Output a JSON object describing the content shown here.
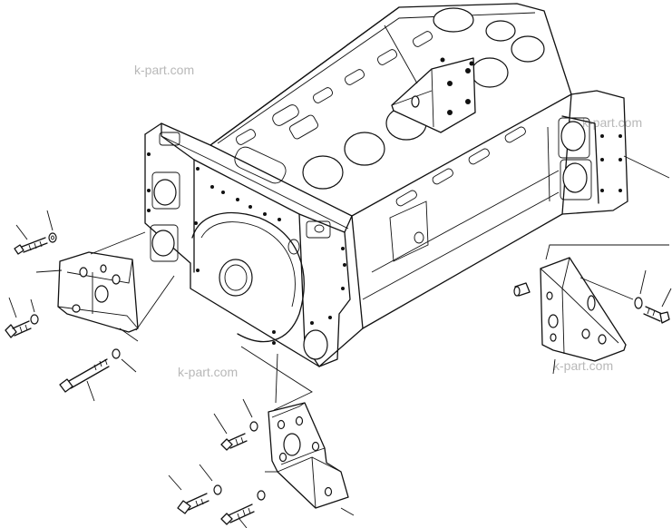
{
  "watermarks": [
    "k-part.com",
    "k-part.com",
    "k-part.com",
    "k-part.com"
  ],
  "colors": {
    "line": "#111111",
    "background": "#ffffff",
    "watermark": "#b8b8b8"
  }
}
